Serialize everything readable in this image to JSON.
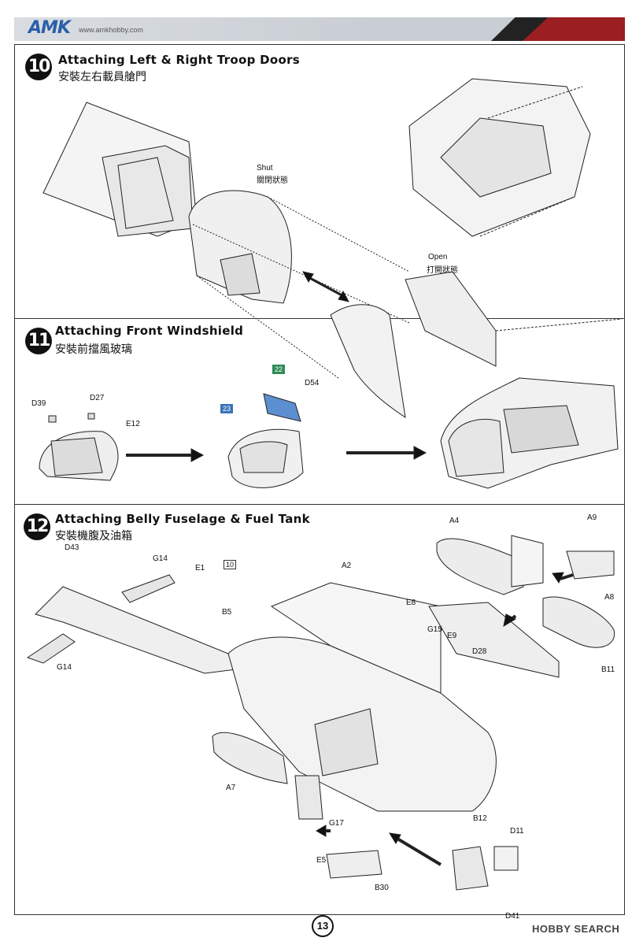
{
  "header": {
    "logo": "AMK",
    "url": "www.amkhobby.com"
  },
  "steps": [
    {
      "number": "10",
      "title": "Attaching Left & Right Troop Doors",
      "subtitle": "安裝左右載員艙門"
    },
    {
      "number": "11",
      "title": "Attaching Front Windshield",
      "subtitle": "安裝前擋風玻璃"
    },
    {
      "number": "12",
      "title": "Attaching Belly Fuselage & Fuel Tank",
      "subtitle": "安裝機腹及油箱"
    }
  ],
  "step10": {
    "shut_en": "Shut",
    "shut_zh": "關閉狀態",
    "open_en": "Open",
    "open_zh": "打開狀態"
  },
  "step11": {
    "parts": [
      "D39",
      "D27",
      "E12",
      "D54"
    ],
    "paint_green": "22",
    "paint_blue": "23"
  },
  "step12": {
    "parts": [
      "D43",
      "G14",
      "E1",
      "B5",
      "G14",
      "A2",
      "A4",
      "A9",
      "A8",
      "E8",
      "G15",
      "E9",
      "D28",
      "B11",
      "A7",
      "G17",
      "E5",
      "B30",
      "B12",
      "D11",
      "D41"
    ],
    "ref_step": "10"
  },
  "footer": {
    "page": "13",
    "watermark": "HOBBY SEARCH"
  }
}
